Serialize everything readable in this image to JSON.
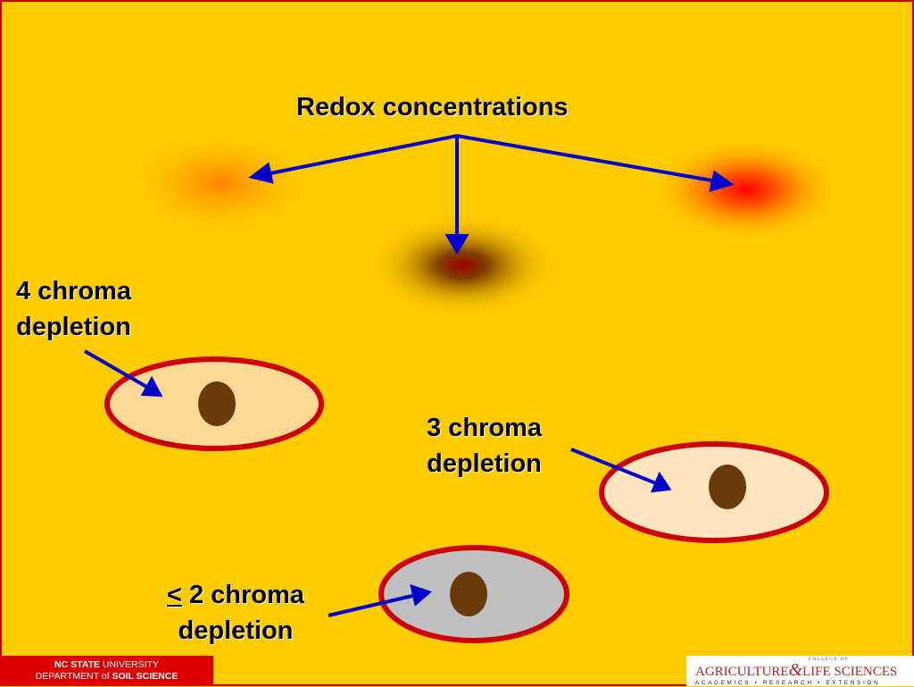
{
  "title": "Redox concentrations",
  "labels": {
    "four_chroma": {
      "line1": "4 chroma",
      "line2": "depletion"
    },
    "three_chroma": {
      "line1": "3 chroma",
      "line2": "depletion"
    },
    "two_chroma": {
      "symbol": "<",
      "line1_rest": " 2 chroma",
      "line2": "depletion"
    }
  },
  "footer": {
    "left_line1_bold": "NC STATE",
    "left_line1_rest": " UNIVERSITY",
    "left_line2_pre": "DEPARTMENT of ",
    "left_line2_bold": "SOIL SCIENCE",
    "right_small": "COLLEGE OF",
    "right_word1": "AGRICULTURE",
    "right_amp": "&",
    "right_word2": "LIFE SCIENCES",
    "right_tagline": "ACADEMICS • RESEARCH • EXTENSION"
  },
  "colors": {
    "background": "#ffcc00",
    "arrow": "#0000cc",
    "ring": "#cc0000",
    "pore": "#6b3a0a",
    "depletion_4": "#fbd994",
    "depletion_3": "#fde4bc",
    "depletion_2": "#c0c0c0",
    "footer_red": "#dd0000"
  }
}
